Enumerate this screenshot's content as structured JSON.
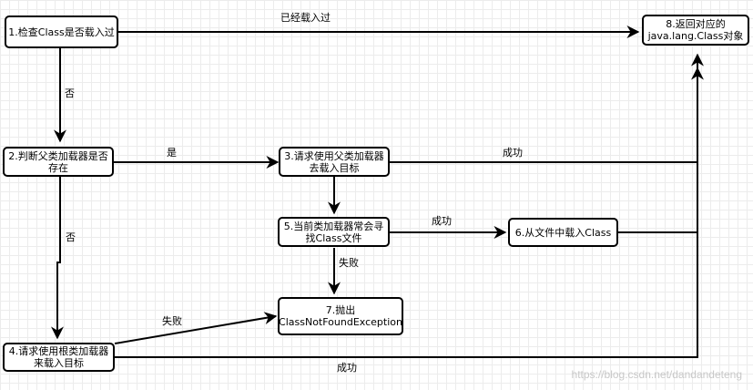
{
  "nodes": {
    "check_loaded": "1.检查Class是否载入过",
    "check_parent": "2.判断父类加载器是否存在",
    "parent_load": "3.请求使用父类加载器去载入目标",
    "root_load": "4.请求使用根类加载器来载入目标",
    "current_find": "5.当前类加载器常会寻找Class文件",
    "load_from_file": "6.从文件中载入Class",
    "throw_exception": "7.抛出ClassNotFoundException",
    "return_class": "8.返回对应的java.lang.Class对象"
  },
  "edges": {
    "already_loaded": "已经载入过",
    "no_1": "否",
    "yes": "是",
    "success_parent": "成功",
    "no_2": "否",
    "success_current": "成功",
    "fail_current": "失败",
    "fail_root": "失败",
    "success_root": "成功"
  },
  "watermark": "https://blog.csdn.net/dandandeteng"
}
